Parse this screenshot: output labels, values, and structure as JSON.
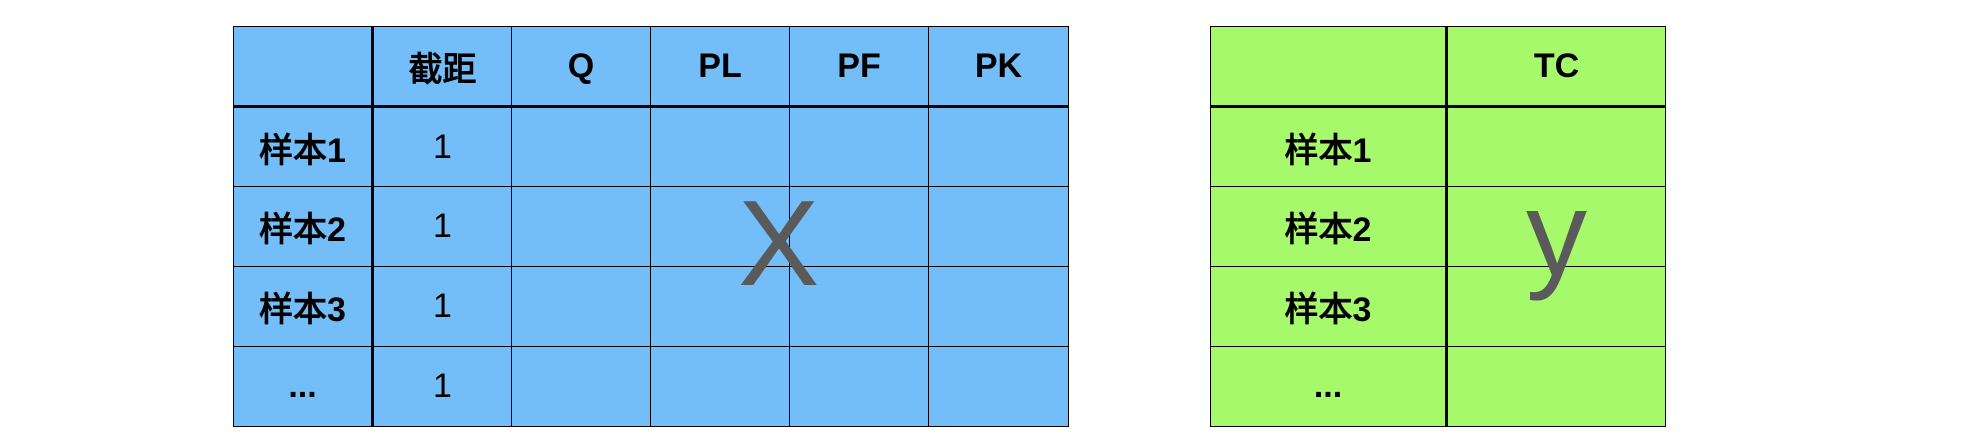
{
  "x_table": {
    "headers": [
      "",
      "截距",
      "Q",
      "PL",
      "PF",
      "PK"
    ],
    "rows": [
      [
        "样本1",
        "1"
      ],
      [
        "样本2",
        "1"
      ],
      [
        "样本3",
        "1"
      ],
      [
        "...",
        "1"
      ]
    ],
    "fill_color": "#73bef8",
    "overlay_label": "X"
  },
  "y_table": {
    "headers": [
      "",
      "TC"
    ],
    "rows": [
      [
        "样本1"
      ],
      [
        "样本2"
      ],
      [
        "样本3"
      ],
      [
        "..."
      ]
    ],
    "fill_color": "#a5f96a",
    "overlay_label": "y"
  }
}
